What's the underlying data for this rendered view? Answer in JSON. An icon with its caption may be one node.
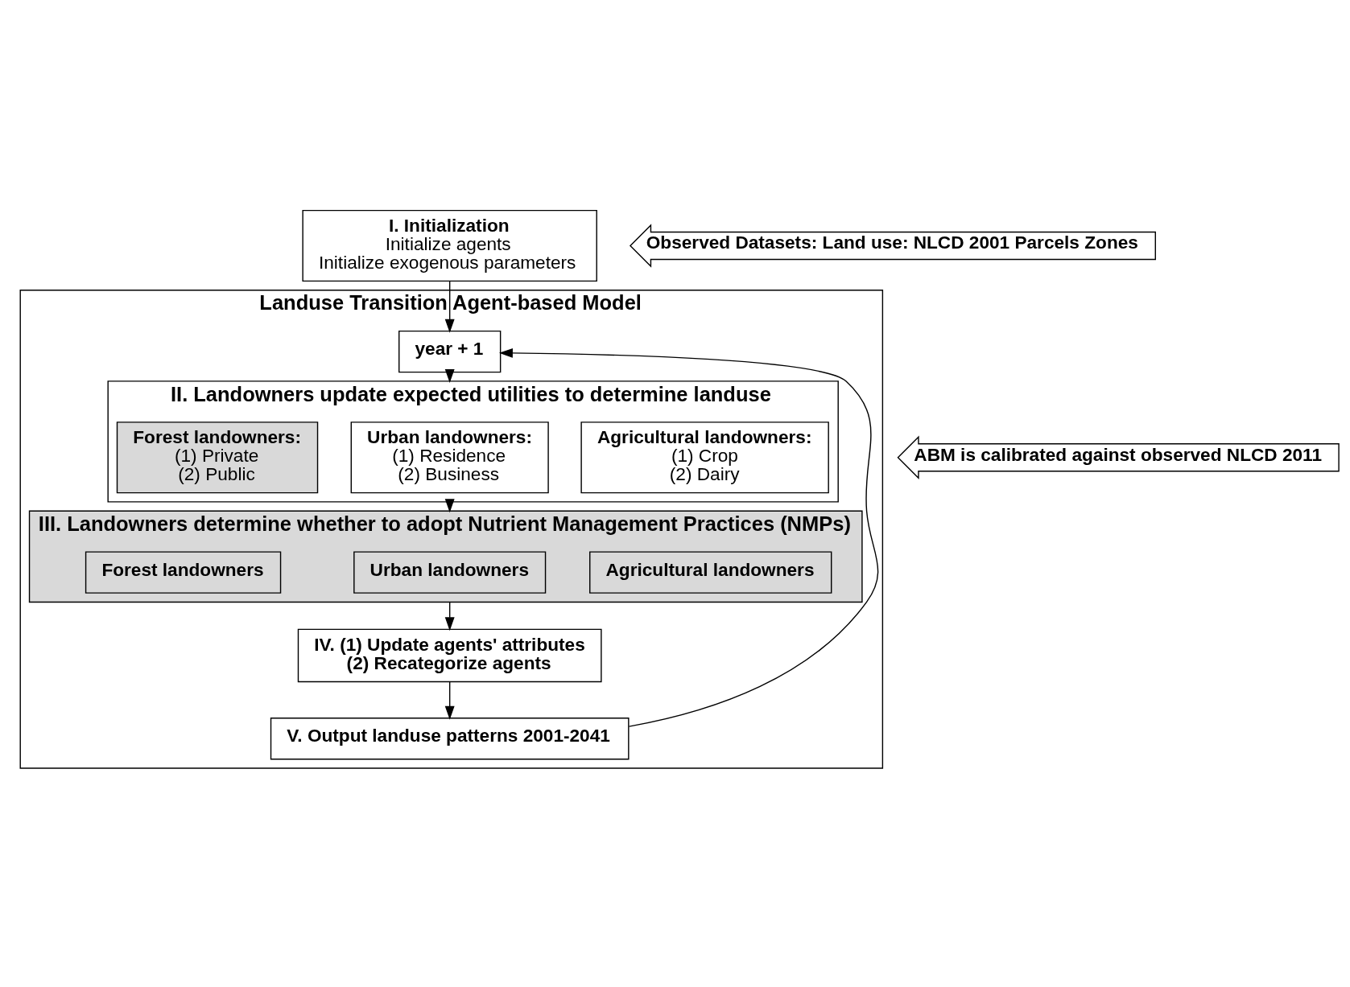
{
  "diagram": {
    "nodes": [
      {
        "text": [
          "I. Initialization",
          "Initialize agents",
          "Initialize exogenous parameters"
        ]
      },
      {
        "text": [
          "Observed Datasets: Land use: NLCD 2001 Parcels Zones"
        ]
      },
      {
        "text": [
          "Landuse Transition Agent-based Model"
        ]
      },
      {
        "text": [
          "year + 1"
        ],
        "in": 2
      },
      {
        "text": [
          "II. Landowners update expected utilities to determine landuse"
        ],
        "in": 2
      },
      {
        "text": [
          "Agricultural landowners:",
          "(1) Crop",
          "(2) Dairy"
        ],
        "in": 4
      },
      {
        "text": [
          "Urban landowners:",
          "(1) Residence",
          "(2) Business"
        ],
        "in": 4
      },
      {
        "text": [
          "Forest landowners:",
          "(1) Private",
          "(2) Public"
        ],
        "in": 4
      },
      {
        "text": [
          "III. Landowners determine whether to adopt Nutrient Management Practices (NMPs)"
        ],
        "in": 2
      },
      {
        "text": [
          "Agricultural landowners"
        ],
        "in": 8
      },
      {
        "text": [
          "Urban landowners"
        ],
        "in": 8
      },
      {
        "text": [
          "Forest landowners"
        ],
        "in": 8
      },
      {
        "text": [
          "IV. (1) Update agents' attributes",
          "(2) Recategorize agents"
        ],
        "in": 2
      },
      {
        "text": [
          "V. Output landuse patterns 2001-2041"
        ],
        "in": 2
      },
      {
        "text": [
          "ABM is calibrated against observed NLCD 2011"
        ]
      }
    ],
    "edges": [
      {
        "from": 0,
        "to": 3,
        "arrow": "to"
      },
      {
        "from": 3,
        "to": 4,
        "arrow": "to"
      },
      {
        "from": 4,
        "to": 8,
        "arrow": "to"
      },
      {
        "from": 8,
        "to": 12,
        "arrow": "to"
      },
      {
        "from": 12,
        "to": 13,
        "arrow": "to"
      },
      {
        "from": 13,
        "to": 3,
        "arrow": "to"
      }
    ]
  }
}
